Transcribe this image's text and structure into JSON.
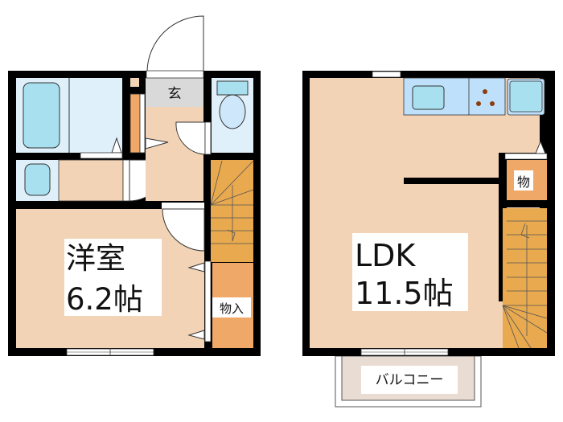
{
  "floor_1": {
    "entrance_label": "玄",
    "room_name": "洋室",
    "room_size": "6.2帖",
    "closet_label": "物入"
  },
  "floor_2": {
    "room_name": "LDK",
    "room_size": "11.5帖",
    "storage_label": "物",
    "balcony_label": "バルコニー"
  },
  "colors": {
    "wall": "#000000",
    "floor": "#f2d3b5",
    "wet_area": "#dff0fb",
    "fixture": "#a8e0f0",
    "stairs": "#e8a94f",
    "storage": "#f0a868",
    "entrance": "#d9d9d9",
    "balcony": "#e8dcd3"
  }
}
